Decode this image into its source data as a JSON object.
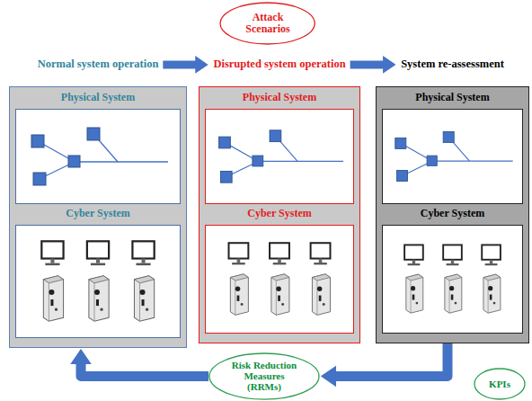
{
  "diagram": {
    "nodes": [
      {
        "text": [
          "Attack Scenarios"
        ]
      },
      {
        "text": [
          "Normal system operation",
          "Physical System",
          "Cyber System"
        ]
      },
      {
        "text": [
          "Disrupted system operation",
          "Physical System",
          "Cyber System"
        ]
      },
      {
        "text": [
          "System re-assessment",
          "Physical System",
          "Cyber System"
        ]
      },
      {
        "text": [
          "Risk Reduction Measures (RRMs)"
        ]
      },
      {
        "text": [
          "KPIs"
        ]
      }
    ],
    "edges": [
      {
        "from": 1,
        "to": 2,
        "arrow": "to"
      },
      {
        "from": 2,
        "to": 3,
        "arrow": "to"
      },
      {
        "from": 3,
        "to": 4,
        "arrow": "to"
      },
      {
        "from": 4,
        "to": 1,
        "arrow": "to"
      }
    ]
  }
}
